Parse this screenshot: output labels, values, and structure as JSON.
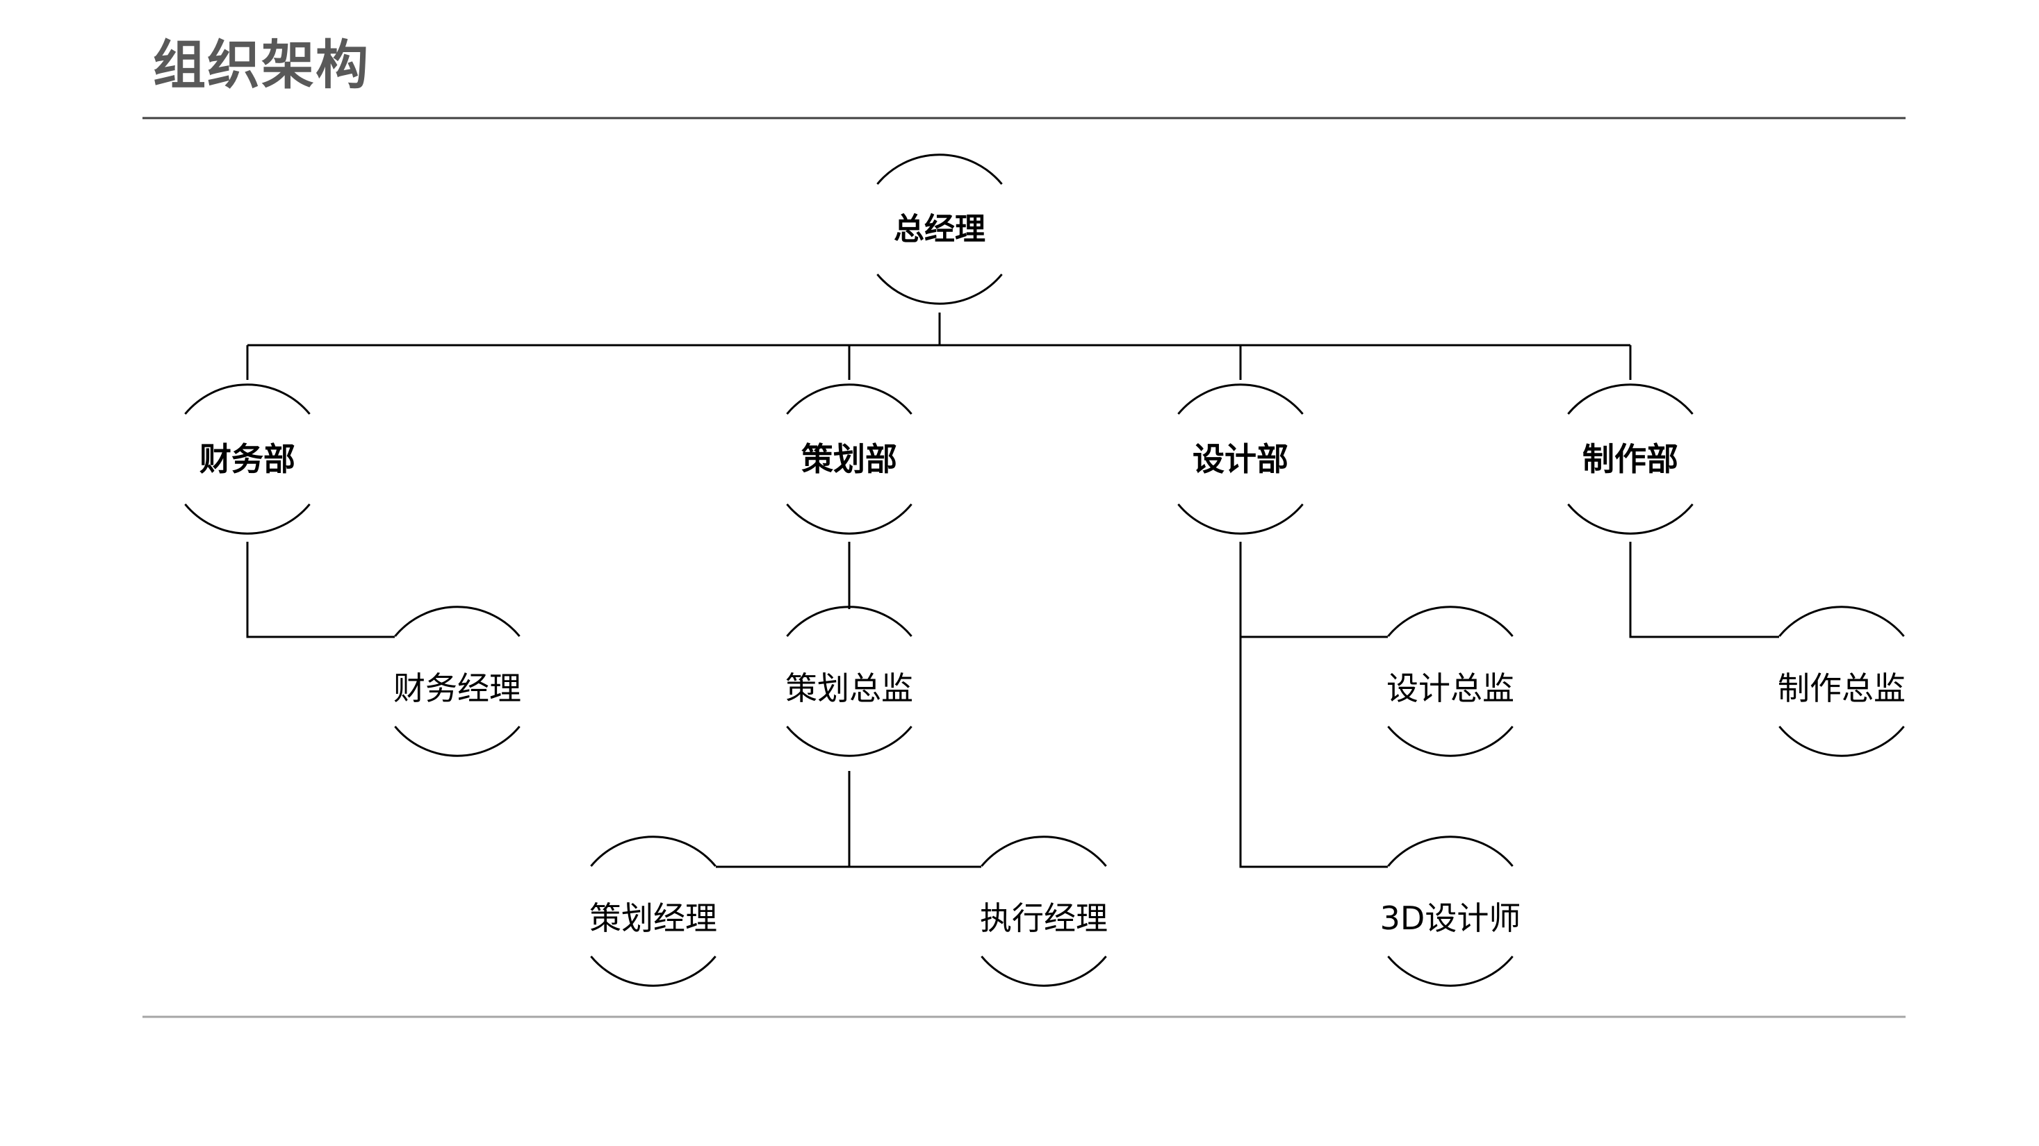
{
  "page": {
    "title": "组织架构"
  },
  "colors": {
    "title": "#595959",
    "line": "#000000",
    "rule_top": "#404040",
    "rule_bottom": "#a6a6a6"
  },
  "org": {
    "ceo": "总经理",
    "departments": [
      {
        "name": "财务部",
        "children": [
          "财务经理"
        ]
      },
      {
        "name": "策划部",
        "children": [
          "策划总监",
          "策划经理",
          "执行经理"
        ]
      },
      {
        "name": "设计部",
        "children": [
          "设计总监",
          "3D设计师"
        ]
      },
      {
        "name": "制作部",
        "children": [
          "制作总监"
        ]
      }
    ]
  }
}
